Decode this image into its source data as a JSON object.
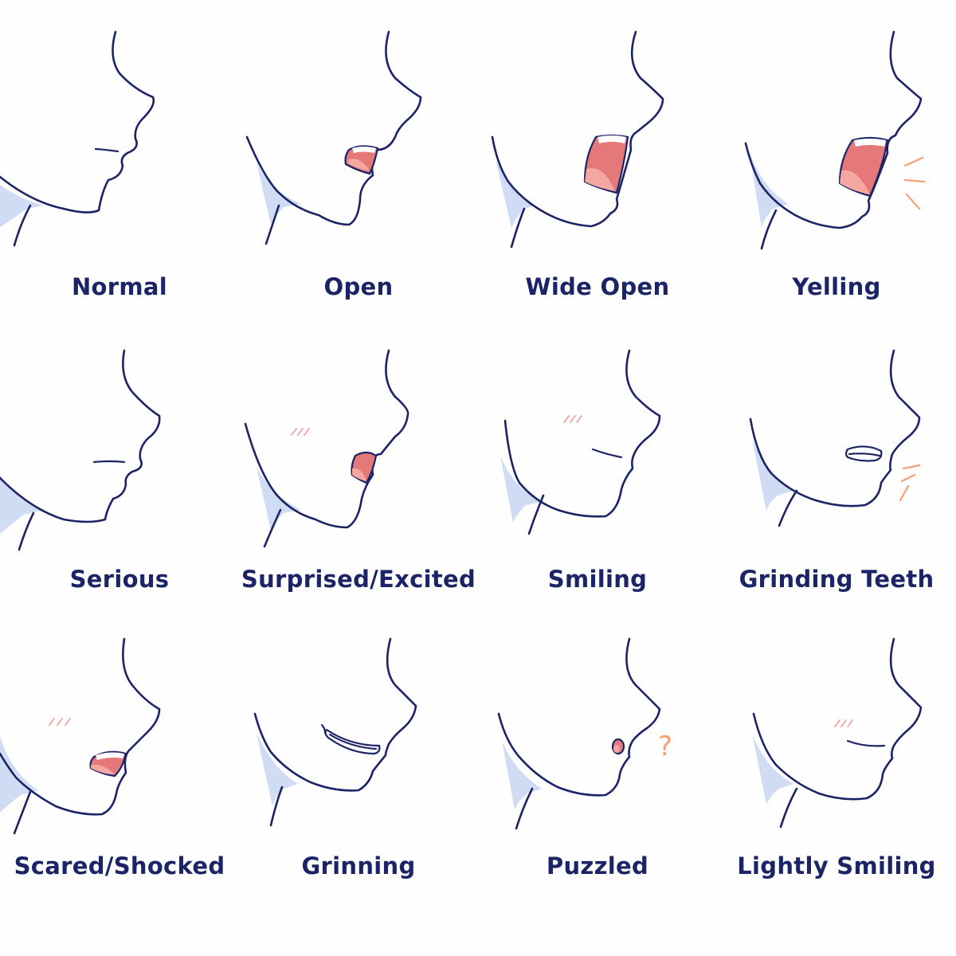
{
  "colors": {
    "ink": "#1b2466",
    "shadow": "#cfdcf4",
    "mouth_inner": "#e57878",
    "mouth_dark": "#c75f5f",
    "tongue": "#f4a7a0",
    "teeth": "#ffffff",
    "blush": "#f5a0a0",
    "accent": "#f4a070"
  },
  "expressions": [
    {
      "label": "Normal",
      "mouth": "closed-line",
      "icon": "face-profile-normal-icon"
    },
    {
      "label": "Open",
      "mouth": "open",
      "icon": "face-profile-open-icon"
    },
    {
      "label": "Wide Open",
      "mouth": "wide-open",
      "icon": "face-profile-wide-open-icon"
    },
    {
      "label": "Yelling",
      "mouth": "yelling",
      "icon": "face-profile-yelling-icon"
    },
    {
      "label": "Serious",
      "mouth": "closed-line",
      "icon": "face-profile-serious-icon"
    },
    {
      "label": "Surprised/Excited",
      "mouth": "small-open",
      "icon": "face-profile-surprised-icon"
    },
    {
      "label": "Smiling",
      "mouth": "smile-line",
      "icon": "face-profile-smiling-icon"
    },
    {
      "label": "Grinding Teeth",
      "mouth": "teeth",
      "icon": "face-profile-grinding-icon"
    },
    {
      "label": "Scared/Shocked",
      "mouth": "open",
      "icon": "face-profile-scared-icon"
    },
    {
      "label": "Grinning",
      "mouth": "grin",
      "icon": "face-profile-grinning-icon"
    },
    {
      "label": "Puzzled",
      "mouth": "tiny-o",
      "icon": "face-profile-puzzled-icon"
    },
    {
      "label": "Lightly Smiling",
      "mouth": "light-smile",
      "icon": "face-profile-lightly-smiling-icon"
    }
  ],
  "annotations": {
    "question_mark": "?"
  }
}
